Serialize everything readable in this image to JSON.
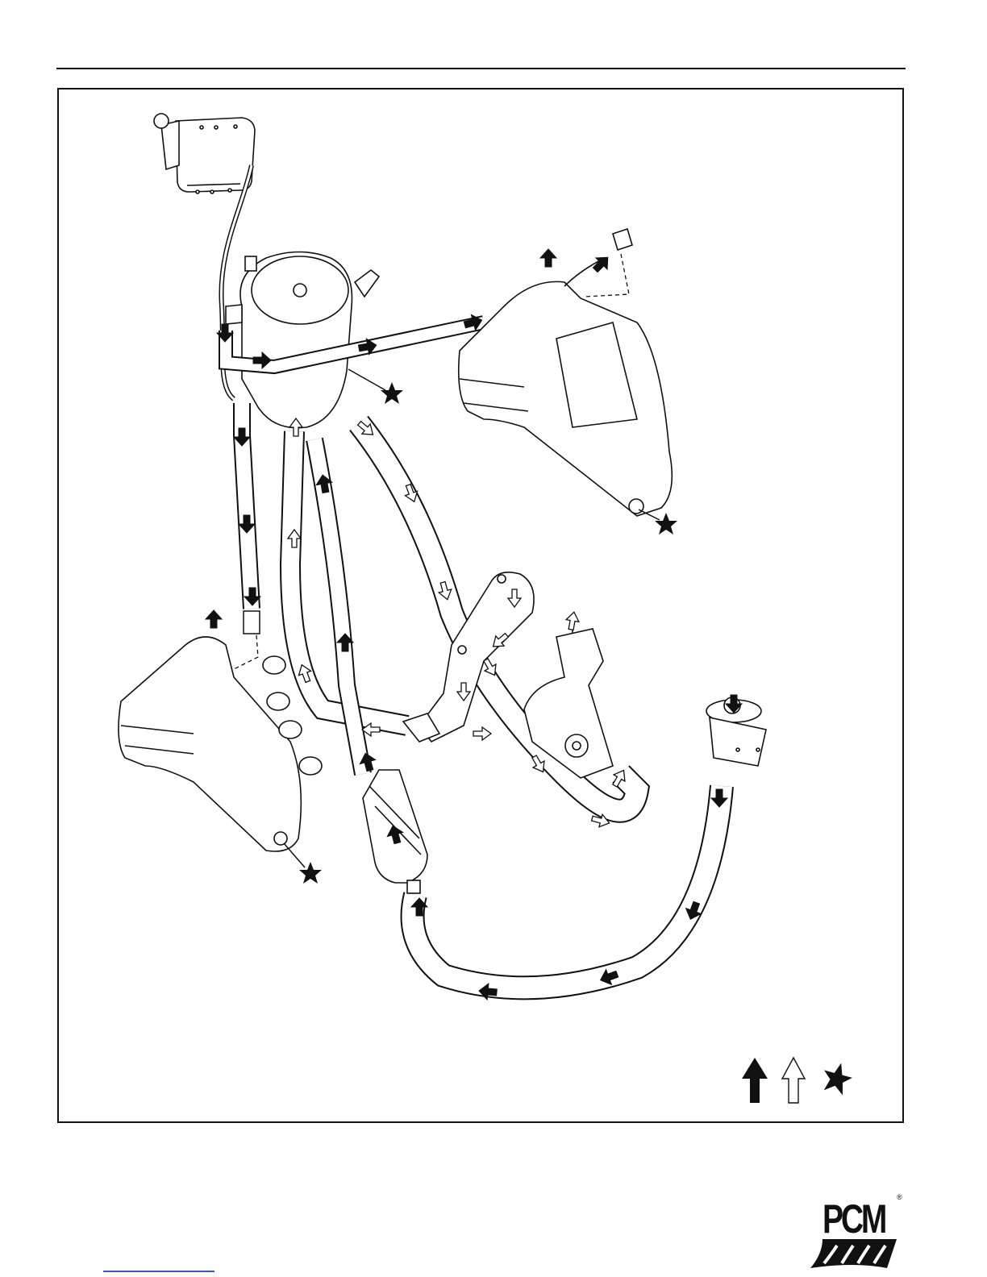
{
  "page": {
    "colors": {
      "ink": "#111111",
      "paper": "#ffffff",
      "link": "#3b55c6"
    }
  },
  "diagram": {
    "components": [
      "expansion-tank",
      "heat-exchanger",
      "exhaust-manifold-starboard",
      "exhaust-manifold-port",
      "thermostat-housing",
      "circulating-pump",
      "sea-water-pump",
      "sea-strainer",
      "hoses"
    ],
    "legend": {
      "symbols": [
        "solid-arrow-icon",
        "hollow-arrow-icon",
        "star-icon"
      ]
    }
  },
  "brand": {
    "logo_text": "PCM",
    "registered_mark": "®"
  }
}
